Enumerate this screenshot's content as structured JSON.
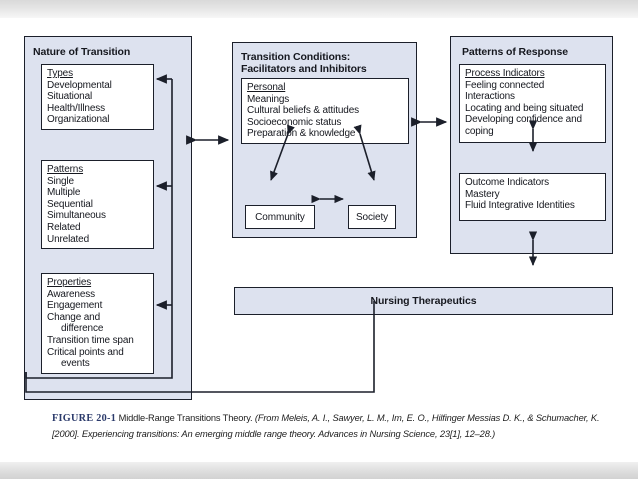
{
  "figure": {
    "number": "FIGURE 20-1",
    "title": "Middle-Range Transitions Theory.",
    "source": "(From Meleis, A. I., Sawyer, L. M., Im, E. O., Hilfinger Messias D. K., & Schumacher, K. [2000]. Experiencing transitions: An emerging middle range theory. Advances in Nursing Science, 23[1], 12–28.)"
  },
  "colors": {
    "panel_fill": "#dde2ef",
    "box_fill": "#ffffff",
    "stroke": "#1b1f2a",
    "caption_accent": "#2b3a6b",
    "slide_band": "#d9d9d9"
  },
  "panels": {
    "nature": {
      "title": "Nature of Transition",
      "boxes": [
        {
          "name": "types",
          "heading": "Types",
          "items": [
            "Developmental",
            "Situational",
            "Health/Illness",
            "Organizational"
          ]
        },
        {
          "name": "patterns",
          "heading": "Patterns",
          "items": [
            "Single",
            "Multiple",
            "Sequential",
            "Simultaneous",
            "Related",
            "Unrelated"
          ]
        },
        {
          "name": "properties",
          "heading": "Properties",
          "items": [
            "Awareness",
            "Engagement",
            "Change and",
            "difference",
            "Transition time span",
            "Critical points and",
            "events"
          ]
        }
      ]
    },
    "conditions": {
      "title_line1": "Transition Conditions:",
      "title_line2": "Facilitators and Inhibitors",
      "boxes": [
        {
          "name": "personal",
          "heading": "Personal",
          "items": [
            "Meanings",
            "Cultural beliefs & attitudes",
            "Socioeconomic status",
            "Preparation & knowledge"
          ]
        }
      ],
      "community_label": "Community",
      "society_label": "Society"
    },
    "response": {
      "title": "Patterns of Response",
      "boxes": [
        {
          "name": "process-indicators",
          "heading": "Process Indicators",
          "items": [
            "Feeling connected",
            "Interactions",
            "Locating and being situated",
            "Developing confidence and",
            "coping"
          ]
        },
        {
          "name": "outcome-indicators",
          "heading": "Outcome Indicators",
          "items": [
            "Mastery",
            "Fluid Integrative Identities"
          ]
        }
      ]
    },
    "therapeutics": {
      "title": "Nursing Therapeutics"
    }
  },
  "chart_data": {
    "type": "diagram",
    "title": "Middle-Range Transitions Theory",
    "nodes": [
      "Nature of Transition",
      "Types",
      "Patterns",
      "Properties",
      "Transition Conditions: Facilitators and Inhibitors",
      "Personal",
      "Community",
      "Society",
      "Patterns of Response",
      "Process Indicators",
      "Outcome Indicators",
      "Nursing Therapeutics"
    ],
    "edges": [
      {
        "from": "Nature of Transition",
        "to": "Transition Conditions: Facilitators and Inhibitors",
        "type": "bidirectional"
      },
      {
        "from": "Transition Conditions: Facilitators and Inhibitors",
        "to": "Patterns of Response",
        "type": "bidirectional"
      },
      {
        "from": "Personal",
        "to": "Community",
        "type": "bidirectional"
      },
      {
        "from": "Personal",
        "to": "Society",
        "type": "bidirectional"
      },
      {
        "from": "Community",
        "to": "Society",
        "type": "bidirectional"
      },
      {
        "from": "Process Indicators",
        "to": "Outcome Indicators",
        "type": "bidirectional"
      },
      {
        "from": "Patterns of Response",
        "to": "Nursing Therapeutics",
        "type": "bidirectional"
      },
      {
        "from": "Nursing Therapeutics",
        "to": "Types",
        "type": "directed"
      },
      {
        "from": "Nursing Therapeutics",
        "to": "Patterns",
        "type": "directed"
      },
      {
        "from": "Nursing Therapeutics",
        "to": "Properties",
        "type": "directed"
      }
    ]
  }
}
